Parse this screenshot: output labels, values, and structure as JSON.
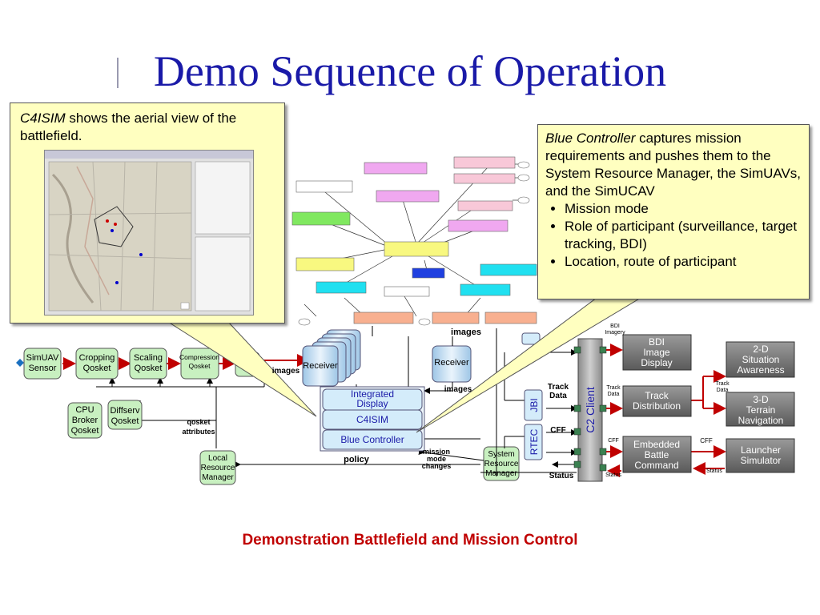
{
  "slide": {
    "title": "Demo Sequence of Operation",
    "caption": "Demonstration Battlefield and Mission Control"
  },
  "callout_left": {
    "emphasis": "C4ISIM",
    "text": " shows the aerial view of the battlefield."
  },
  "callout_right": {
    "emphasis": "Blue Controller",
    "text": " captures mission requirements and pushes them to the System Resource Manager, the SimUAVs, and the SimUCAV",
    "bullets": [
      "Mission mode",
      "Role of participant (surveillance, target tracking, BDI)",
      "Location, route of participant"
    ]
  },
  "pipeline": {
    "simuav": [
      "SimUAV",
      "Sensor"
    ],
    "cropping": [
      "Cropping",
      "Qosket"
    ],
    "scaling": [
      "Scaling",
      "Qosket"
    ],
    "compression": [
      "Compression",
      "Qosket"
    ],
    "cpu_broker": [
      "CPU",
      "Broker",
      "Qosket"
    ],
    "diffserv": [
      "Diffserv",
      "Qosket"
    ],
    "qosket_attributes": [
      "qosket",
      "attributes"
    ],
    "local_rm": [
      "Local",
      "Resource",
      "Manager"
    ],
    "policy": "policy",
    "images_1": "images",
    "receiver_stack": "Receiver",
    "receiver_2": "Receiver",
    "images_2": "images",
    "images_3": "images",
    "mission_mode_changes": [
      "mission",
      "mode",
      "changes"
    ],
    "system_rm": [
      "System",
      "Resource",
      "Manager"
    ]
  },
  "panel": {
    "integrated_display": [
      "Integrated",
      "Display"
    ],
    "c4isim": "C4ISIM",
    "blue_controller": "Blue Controller"
  },
  "middleware": {
    "jbi": "JBI",
    "rtec": "RTEC",
    "track_data": [
      "Track",
      "Data"
    ],
    "cff": "CFF",
    "status": "Status",
    "c2_client": "C2 Client"
  },
  "consumers": {
    "bdi_imagery": [
      "BDI",
      "Imagery"
    ],
    "bdi_display": [
      "BDI",
      "Image",
      "Display"
    ],
    "track_distribution": [
      "Track",
      "Distribution"
    ],
    "embedded_battle": [
      "Embedded",
      "Battle",
      "Command"
    ],
    "track_data_small": [
      "Track",
      "Data"
    ],
    "cff_small": "CFF",
    "status_small": "Status",
    "cff_2": "CFF",
    "status_2": "Status",
    "track_data_2": [
      "Track",
      "Data"
    ]
  },
  "outputs": {
    "sa_2d": [
      "2-D",
      "Situation",
      "Awareness"
    ],
    "terrain_3d": [
      "3-D",
      "Terrain",
      "Navigation"
    ],
    "launcher": [
      "Launcher",
      "Simulator"
    ]
  },
  "colors": {
    "title": "#1a1aa8",
    "qosket_fill": "#c8f0c0",
    "panel_fill": "#d4ecfa",
    "dark_box": "#707070",
    "arrow_red": "#c00000",
    "callout_fill": "#ffffc0",
    "caption": "#c00000"
  }
}
